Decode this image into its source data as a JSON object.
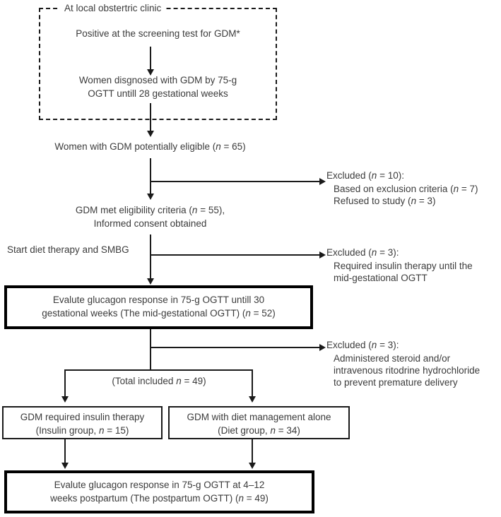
{
  "figure": {
    "type": "flowchart",
    "title": "Study participant flow diagram (GDM glucagon response study)"
  },
  "dashed_group": {
    "label": "At local obstertric clinic",
    "node_screening": "Positive at the screening test for GDM*",
    "node_diagnosed_line1": "Women disgnosed with GDM by 75-g",
    "node_diagnosed_line2": "OGTT untill 28 gestational weeks"
  },
  "main_flow": {
    "eligible": "Women with GDM potentially eligible (n = 65)",
    "met_criteria_line1": "GDM met eligibility criteria (n = 55),",
    "met_criteria_line2": "Informed consent obtained",
    "start_therapy": "Start diet therapy and SMBG",
    "mid_ogtt_line1": "Evalute glucagon response in 75-g OGTT untill 30",
    "mid_ogtt_line2": "gestational weeks (The mid-gestational OGTT) (n = 52)",
    "total_included": "(Total included n = 49)",
    "insulin_group_line1": "GDM required insulin therapy",
    "insulin_group_line2": "(Insulin group, n = 15)",
    "diet_group_line1": "GDM with diet management alone",
    "diet_group_line2": "(Diet group, n = 34)",
    "postpartum_line1": "Evalute glucagon response in 75-g OGTT at 4–12",
    "postpartum_line2": "weeks postpartum (The postpartum OGTT) (n = 49)"
  },
  "exclusions": [
    {
      "header": "Excluded (n = 10):",
      "reasons": [
        "Based on exclusion criteria (n = 7)",
        "Refused to study (n = 3)"
      ]
    },
    {
      "header": "Excluded (n = 3):",
      "reasons": [
        "Required insulin therapy until the",
        "mid-gestational OGTT"
      ]
    },
    {
      "header": "Excluded (n = 3):",
      "reasons": [
        "Administered steroid and/or",
        "intravenous ritodrine hydrochloride",
        "to prevent premature delivery"
      ]
    }
  ],
  "counts": {
    "eligible_n": 65,
    "met_criteria_n": 55,
    "mid_ogtt_n": 52,
    "total_included_n": 49,
    "insulin_group_n": 15,
    "diet_group_n": 34,
    "postpartum_n": 49,
    "excluded_1_total": 10,
    "excluded_1_criteria": 7,
    "excluded_1_refused": 3,
    "excluded_2_total": 3,
    "excluded_3_total": 3
  },
  "colors": {
    "text": "#3b3b3b",
    "line": "#1a1a1a",
    "thick_border": "#000000",
    "background": "#ffffff"
  }
}
